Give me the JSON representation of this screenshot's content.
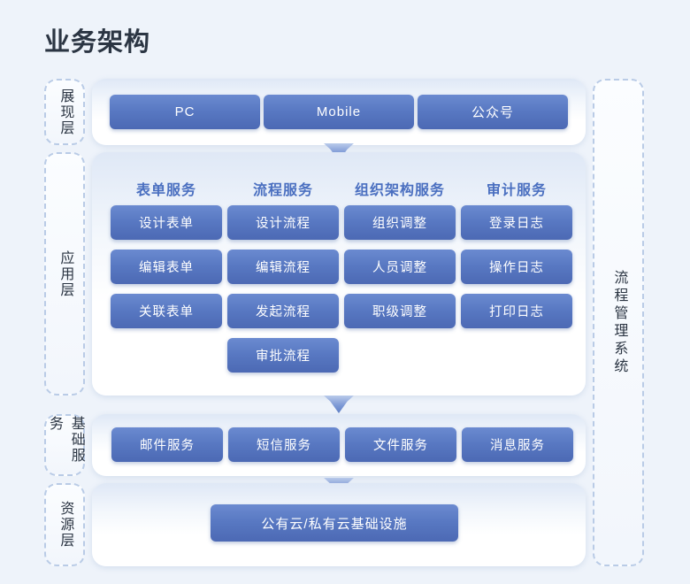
{
  "page": {
    "title": "业务架构",
    "background_color": "#eef3fa",
    "chip_color": "#5878c2",
    "header_text_color": "#4a6fc0",
    "dashed_border_color": "#b9cbe6"
  },
  "side_label": {
    "text": "流程管理系统"
  },
  "layers": [
    {
      "id": "presentation",
      "label": "展现层"
    },
    {
      "id": "application",
      "label": "应用层"
    },
    {
      "id": "basic",
      "label": "基础服务"
    },
    {
      "id": "resource",
      "label": "资源层"
    }
  ],
  "presentation": {
    "items": [
      "PC",
      "Mobile",
      "公众号"
    ]
  },
  "application": {
    "columns": [
      {
        "header": "表单服务",
        "items": [
          "设计表单",
          "编辑表单",
          "关联表单"
        ]
      },
      {
        "header": "流程服务",
        "items": [
          "设计流程",
          "编辑流程",
          "发起流程",
          "审批流程"
        ]
      },
      {
        "header": "组织架构服务",
        "items": [
          "组织调整",
          "人员调整",
          "职级调整"
        ]
      },
      {
        "header": "审计服务",
        "items": [
          "登录日志",
          "操作日志",
          "打印日志"
        ]
      }
    ]
  },
  "basic_services": {
    "items": [
      "邮件服务",
      "短信服务",
      "文件服务",
      "消息服务"
    ]
  },
  "resource": {
    "items": [
      "公有云/私有云基础设施"
    ]
  },
  "arrows": [
    {
      "id": "arrow-presentation-to-application"
    },
    {
      "id": "arrow-application-to-basic"
    },
    {
      "id": "arrow-basic-to-resource"
    }
  ]
}
